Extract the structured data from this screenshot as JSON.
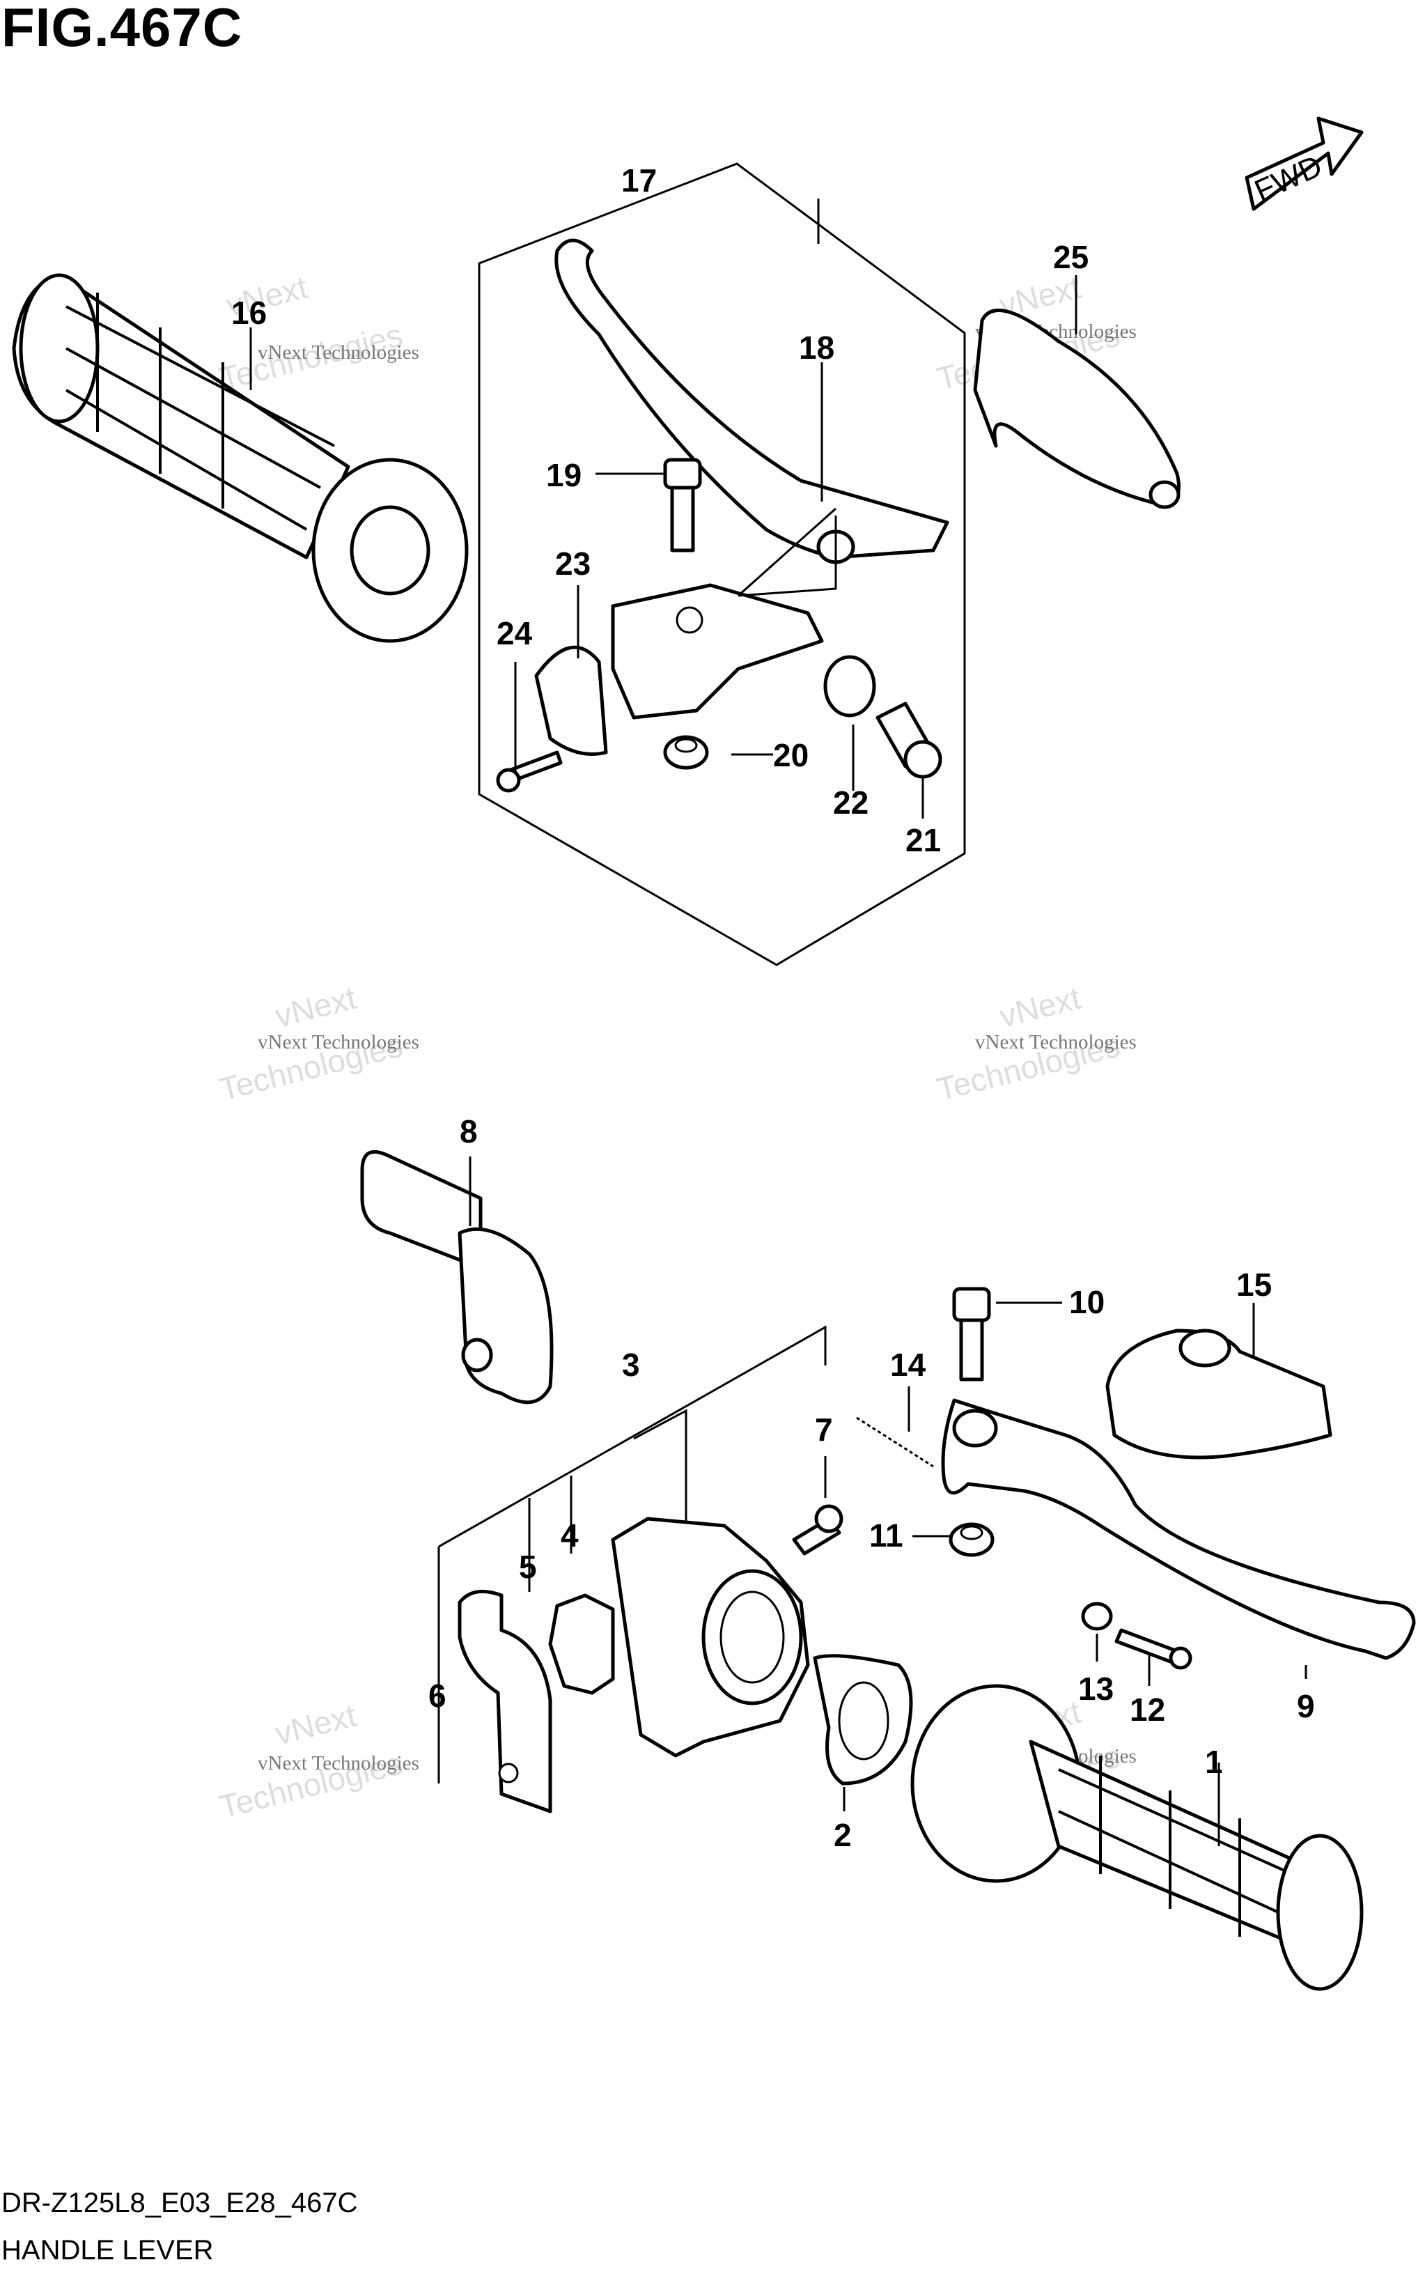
{
  "figure": {
    "title": "FIG.467C",
    "code": "DR-Z125L8_E03_E28_467C",
    "name": "HANDLE LEVER",
    "direction_label": "FWD"
  },
  "watermark": {
    "line1": "vNext Technologies",
    "line2": "vNext",
    "line3": "Technologies"
  },
  "callouts": [
    "1",
    "2",
    "3",
    "4",
    "5",
    "6",
    "7",
    "8",
    "9",
    "10",
    "11",
    "12",
    "13",
    "14",
    "15",
    "16",
    "17",
    "18",
    "19",
    "20",
    "21",
    "22",
    "23",
    "24",
    "25"
  ]
}
